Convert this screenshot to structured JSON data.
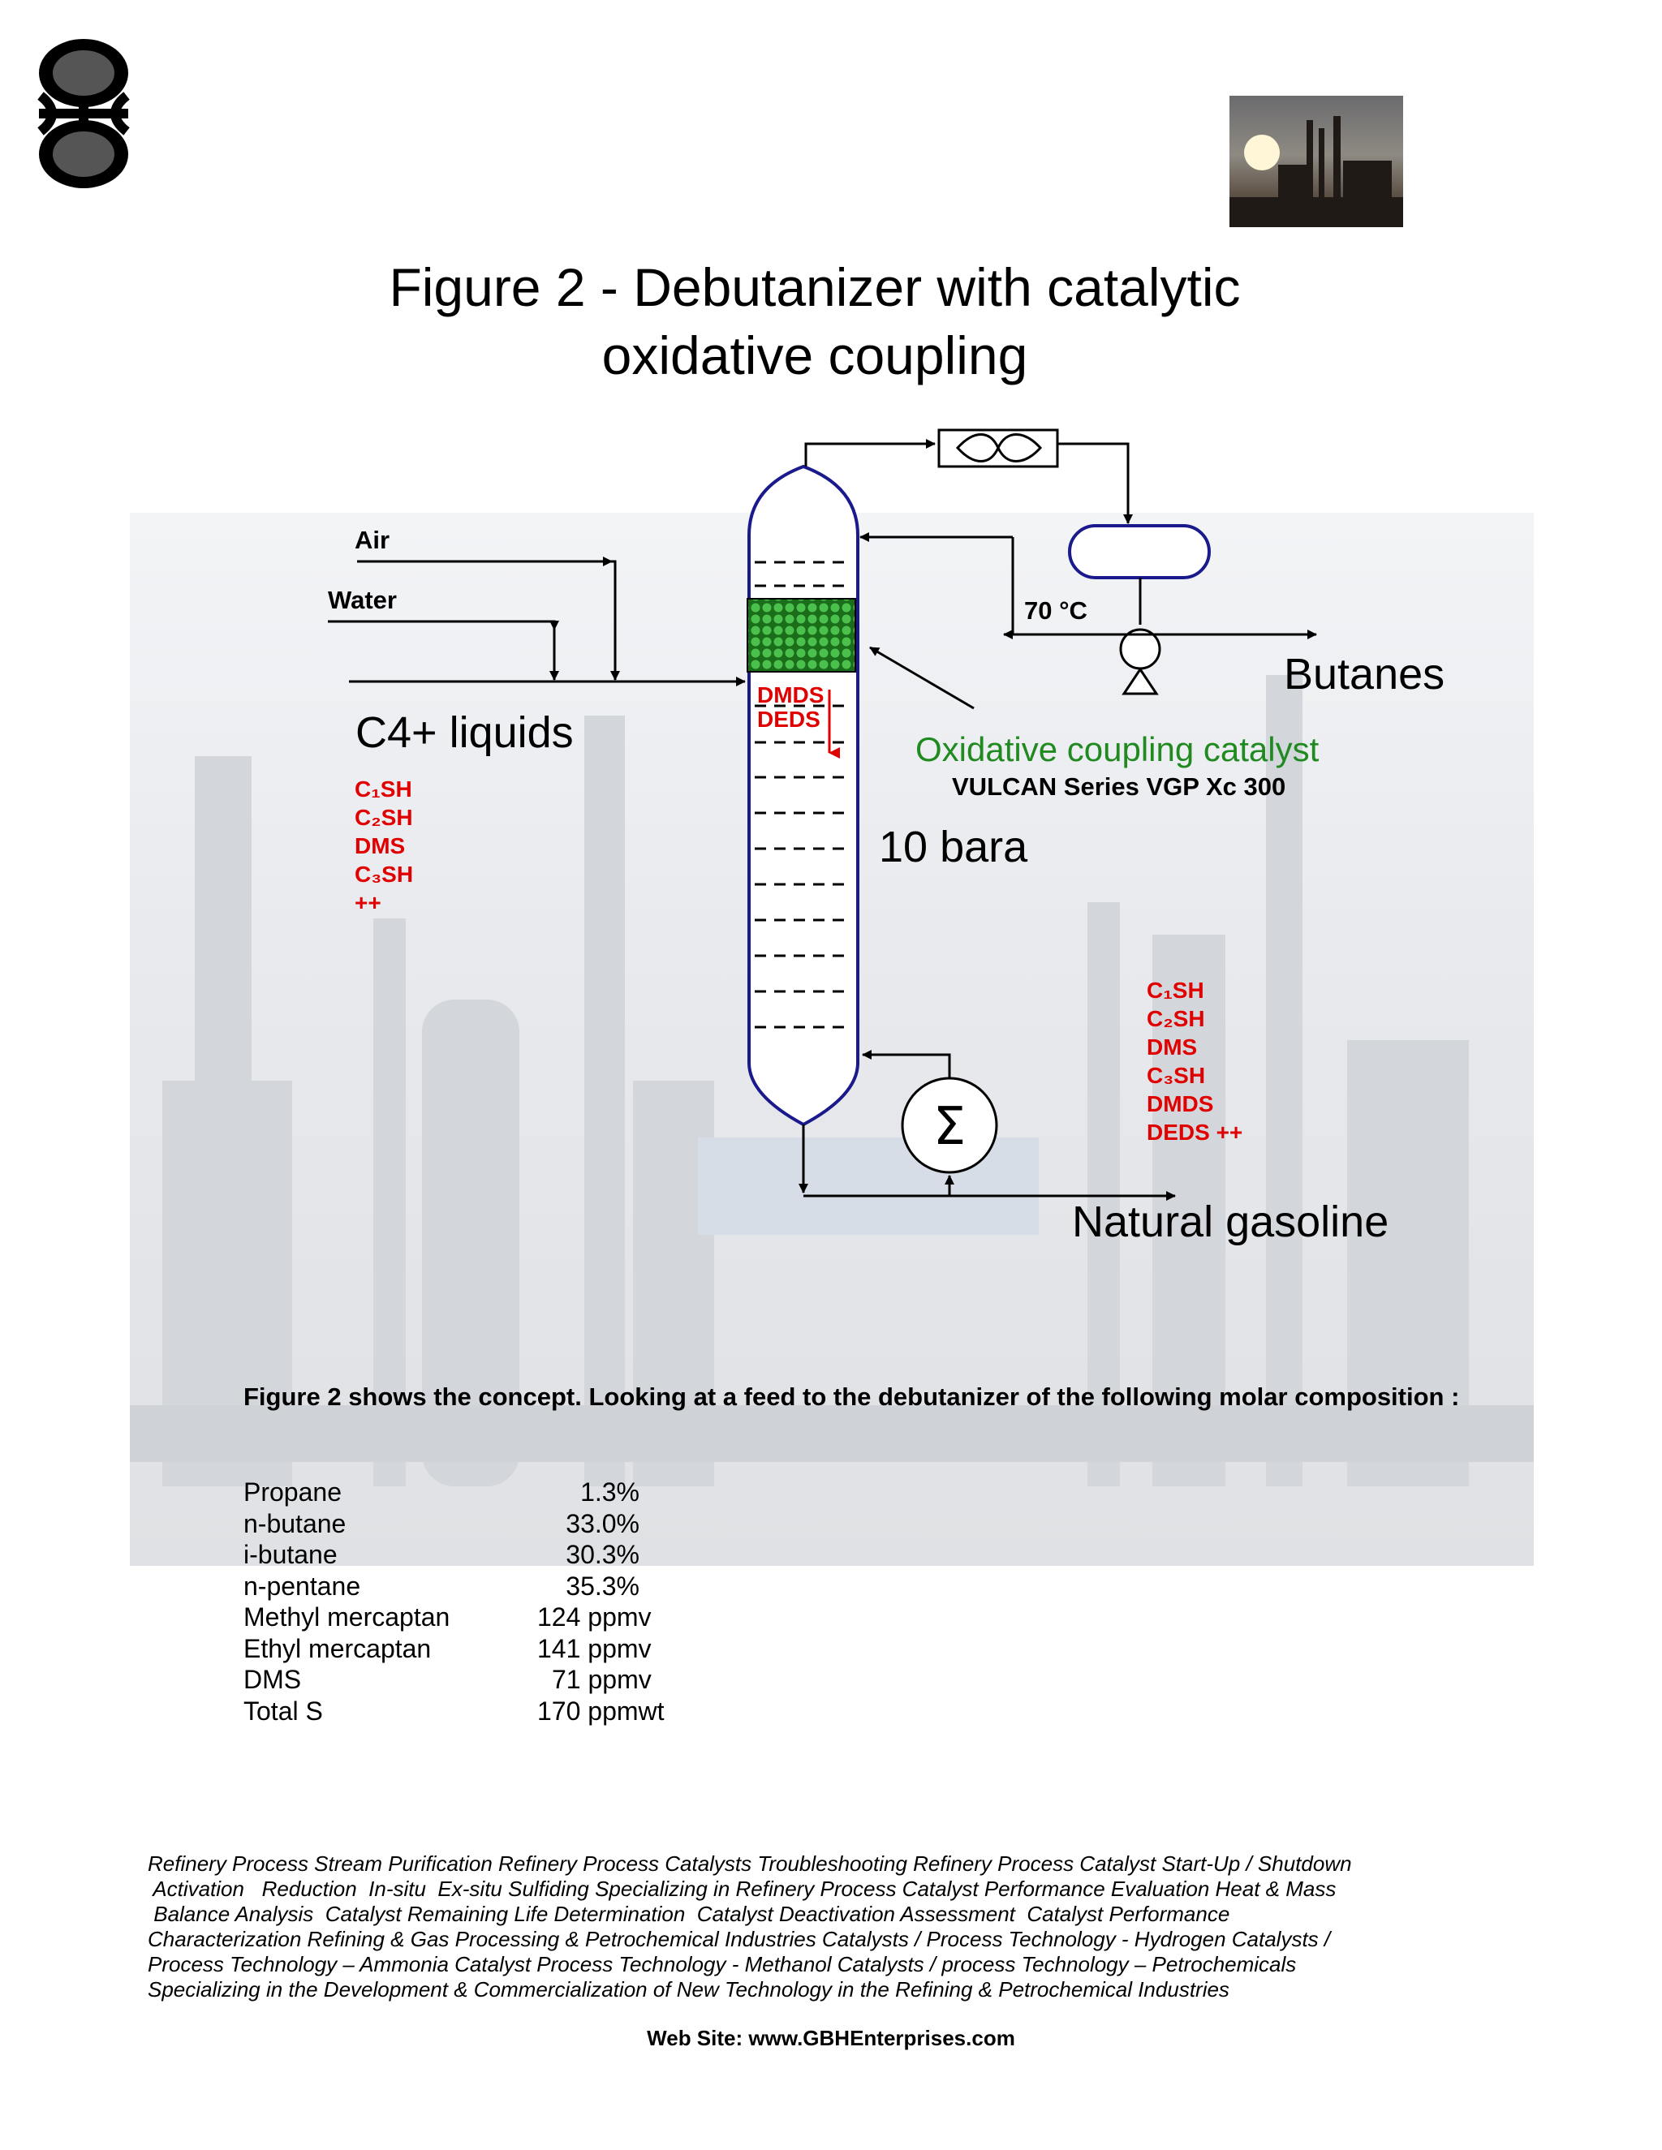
{
  "title": {
    "line1": "Figure 2 - Debutanizer with catalytic",
    "line2": "oxidative coupling"
  },
  "diagram": {
    "air": "Air",
    "water": "Water",
    "c4_liquids": "C4+ liquids",
    "feed_species": [
      "C₁SH",
      "C₂SH",
      "DMS",
      "C₃SH",
      "++"
    ],
    "bed_products": [
      "DMDS",
      "DEDS"
    ],
    "temperature": "70 °C",
    "butanes": "Butanes",
    "catalyst_name": "Oxidative coupling catalyst",
    "catalyst_series": "VULCAN Series VGP Xc 300",
    "pressure": "10 bara",
    "bottoms_species": [
      "C₁SH",
      "C₂SH",
      "DMS",
      "C₃SH",
      "DMDS",
      "DEDS ++"
    ],
    "natural_gasoline": "Natural gasoline",
    "colors": {
      "column": "#1a1a8c",
      "catalyst": "#1f8a1f",
      "red_text": "#e00000",
      "green_text": "#208a20"
    }
  },
  "description": "Figure 2 shows the concept. Looking at a feed to the debutanizer of the following molar composition :",
  "composition": [
    {
      "name": "Propane",
      "value": "1.3%"
    },
    {
      "name": "n-butane",
      "value": "33.0%"
    },
    {
      "name": "i-butane",
      "value": "30.3%"
    },
    {
      "name": "n-pentane",
      "value": "35.3%"
    },
    {
      "name": "Methyl mercaptan",
      "value": "124 ppmv"
    },
    {
      "name": "Ethyl mercaptan",
      "value": "141 ppmv"
    },
    {
      "name": "DMS",
      "value": "71 ppmv"
    },
    {
      "name": "Total S",
      "value": "170 ppmwt"
    }
  ],
  "footer": {
    "lines": [
      "Refinery Process Stream Purification Refinery Process Catalysts Troubleshooting Refinery Process Catalyst Start-Up / Shutdown",
      " Activation   Reduction  In-situ  Ex-situ Sulfiding Specializing in Refinery Process Catalyst Performance Evaluation Heat & Mass",
      " Balance Analysis  Catalyst Remaining Life Determination  Catalyst Deactivation Assessment  Catalyst Performance",
      "Characterization  Refining  & Gas Processing &  Petrochemical Industries  Catalysts / Process Technology - Hydrogen  Catalysts /",
      "Process Technology – Ammonia  Catalyst Process Technology - Methanol  Catalysts / process Technology – Petrochemicals",
      "Specializing in the Development  & Commercialization of New Technology in the Refining &   Petrochemical Industries"
    ],
    "website": "Web Site: www.GBHEnterprises.com"
  }
}
